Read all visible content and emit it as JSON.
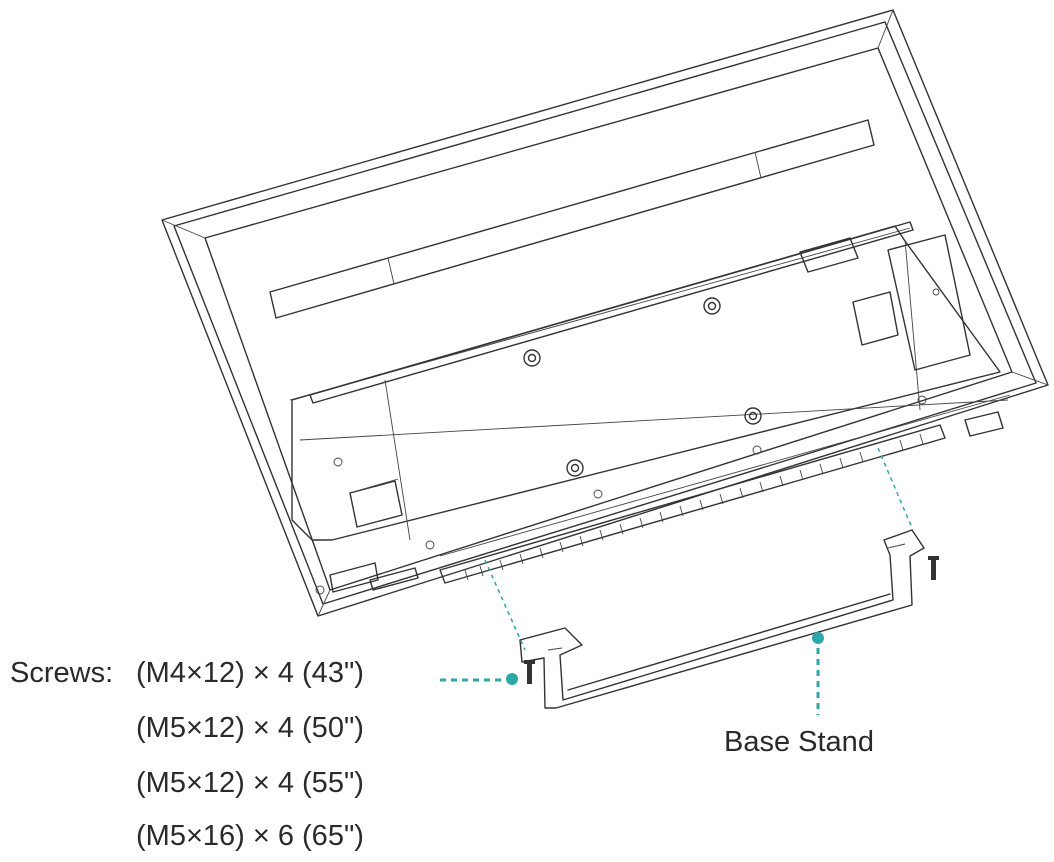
{
  "screws": {
    "prefix": "Screws:",
    "rows": [
      "(M4×12) × 4 (43\")",
      "(M5×12) × 4 (50\")",
      "(M5×12) × 4 (55\")",
      "(M5×16) × 6 (65\")"
    ]
  },
  "base_stand": {
    "label": "Base Stand"
  },
  "colors": {
    "callout": "#2aa9a9",
    "line": "#333333",
    "text": "#2a2a2a"
  },
  "icons": [
    "tv-back-panel",
    "base-stand",
    "screw-icon"
  ]
}
